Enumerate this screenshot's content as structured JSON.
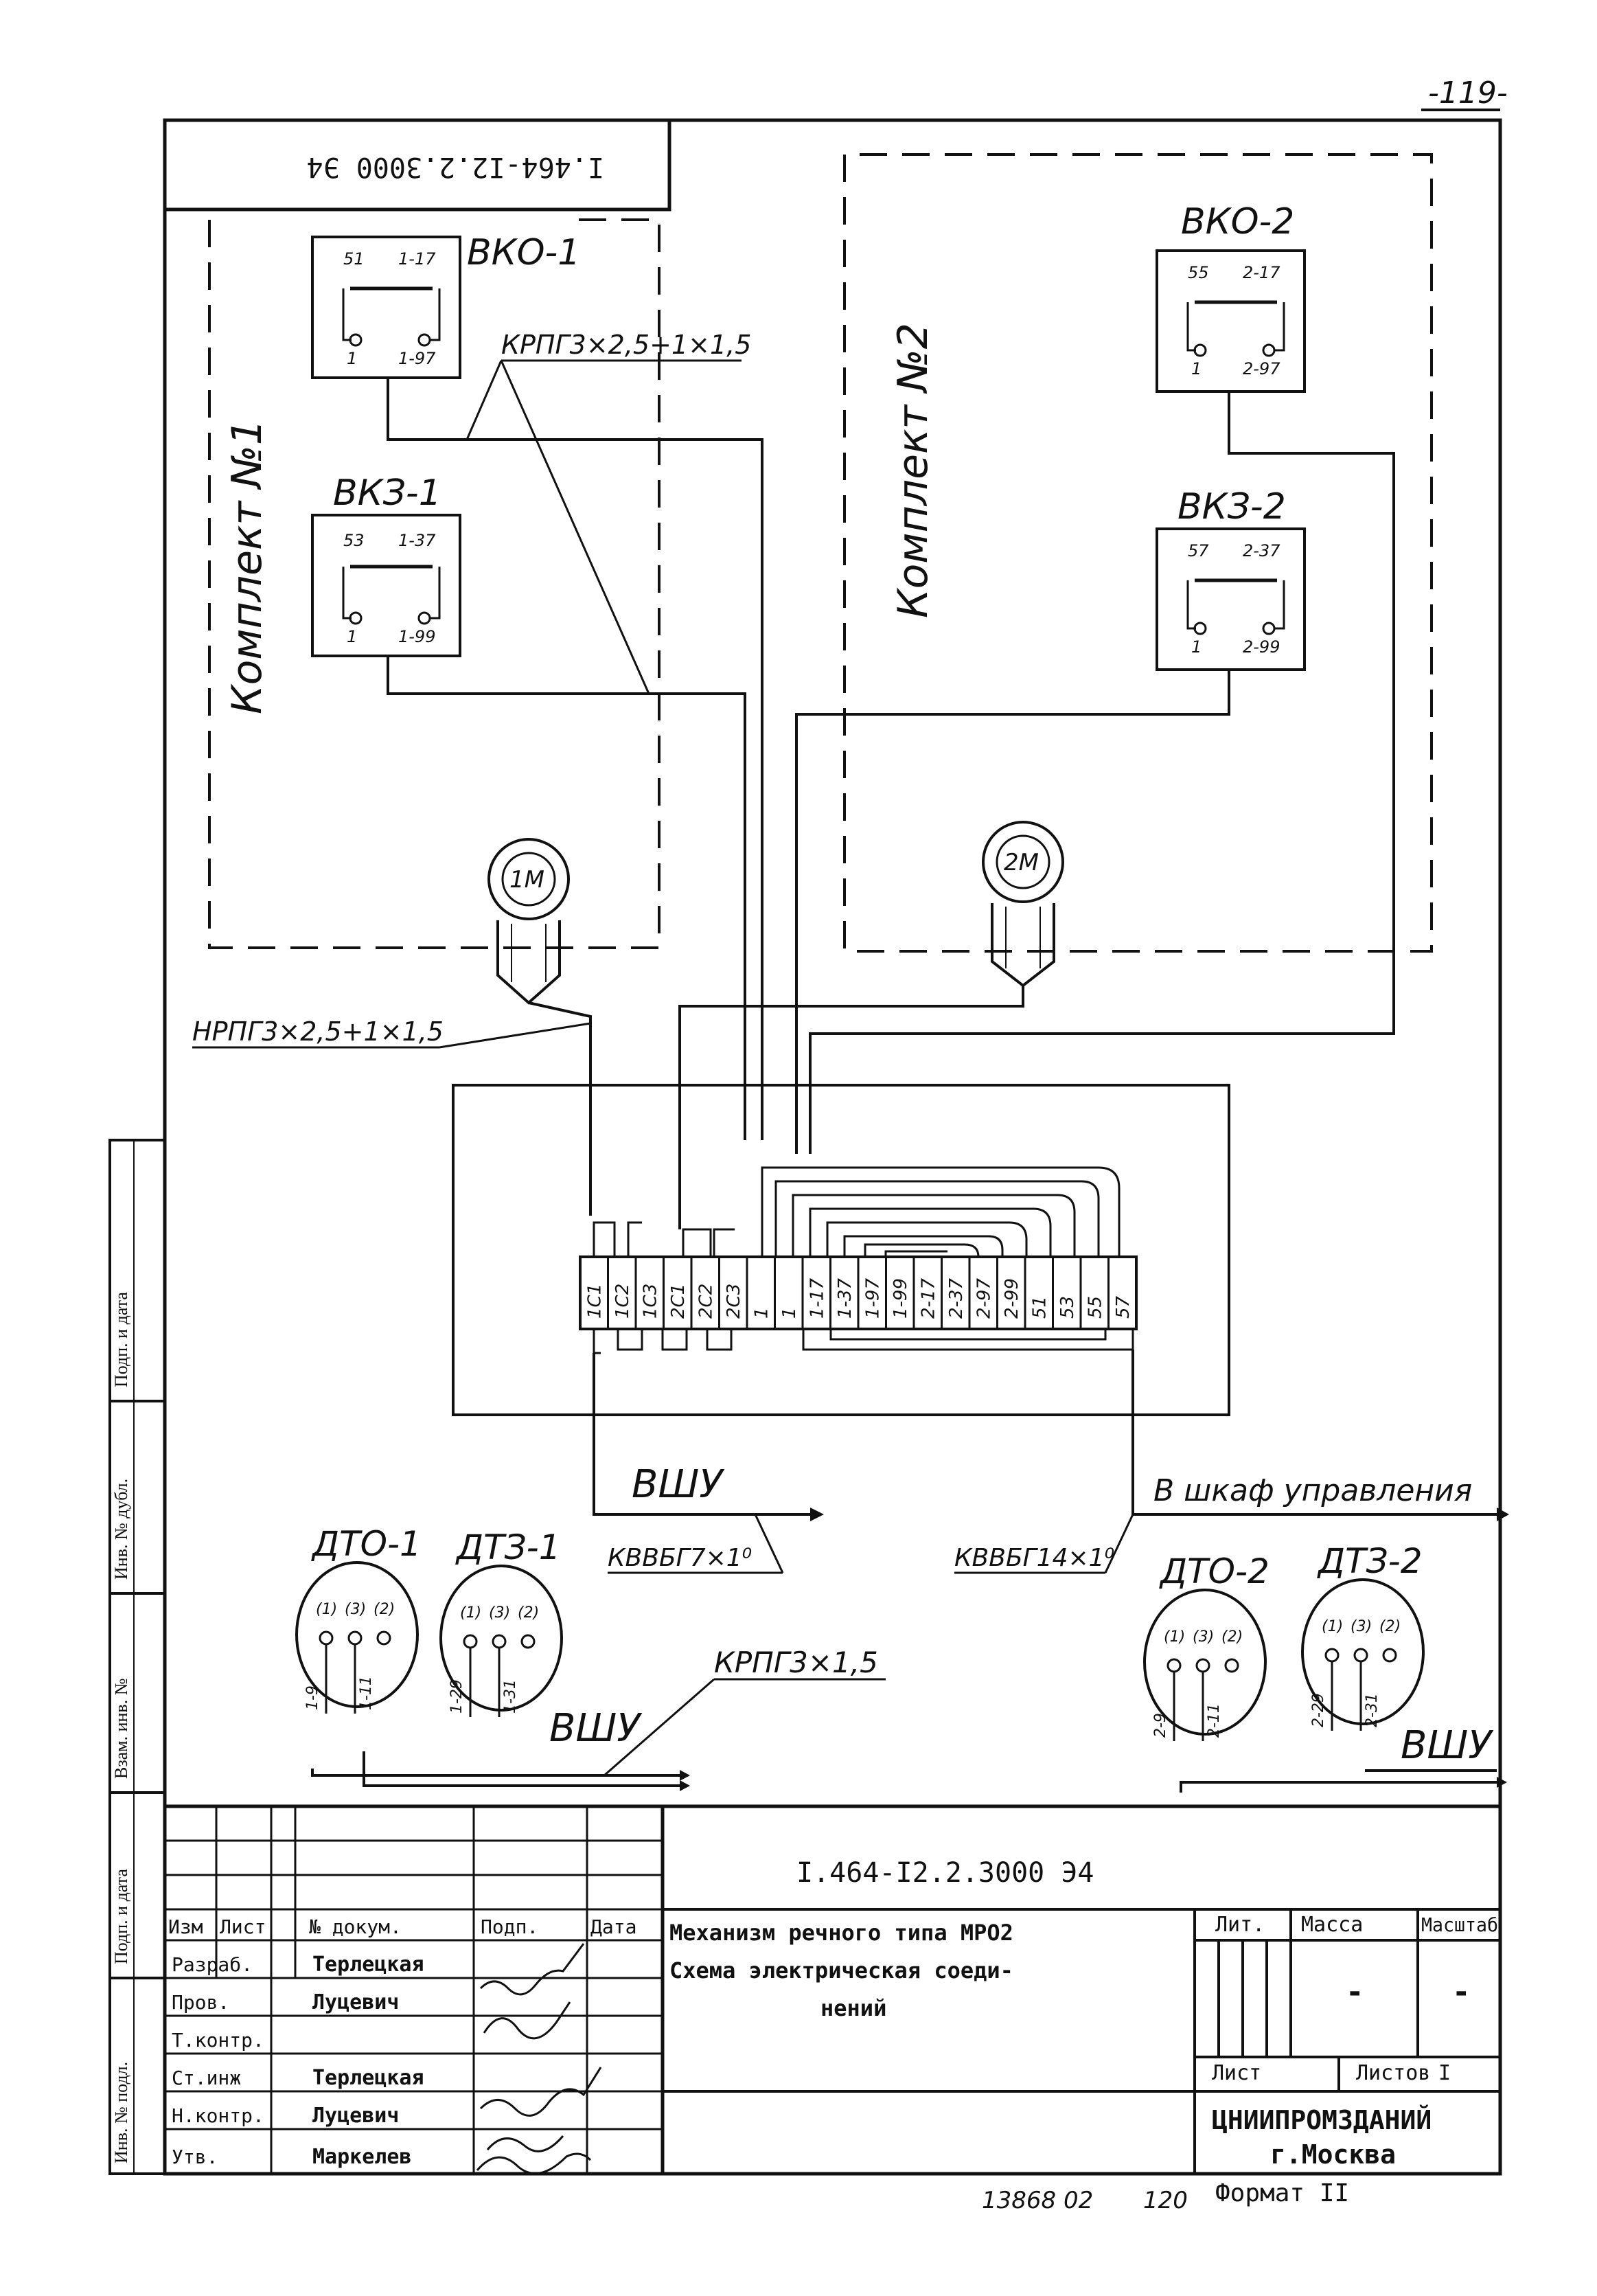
{
  "page_number": "-119-",
  "rotated_stamp": "I.464-I2.2.3000 Э4",
  "kit1": {
    "label": "Комплект №1",
    "vko": {
      "title": "ВКО-1",
      "pins": [
        "51",
        "1-17",
        "1",
        "1-97"
      ]
    },
    "vkz": {
      "title": "ВКЗ-1",
      "pins": [
        "53",
        "1-37",
        "1",
        "1-99"
      ]
    },
    "motor": "1М"
  },
  "kit2": {
    "label": "Комплект №2",
    "vko": {
      "title": "ВКО-2",
      "pins": [
        "55",
        "2-17",
        "1",
        "2-97"
      ]
    },
    "vkz": {
      "title": "ВКЗ-2",
      "pins": [
        "57",
        "2-37",
        "1",
        "2-99"
      ]
    },
    "motor": "2М"
  },
  "cables": {
    "top": "КРПГ3×2,5+1×1,5",
    "left": "НРПГ3×2,5+1×1,5",
    "vshu_cable": "КВВБГ7×1⁰",
    "control_cable": "КВВБГ14×1⁰",
    "sensor_cable": "КРПГ3×1,5"
  },
  "terminals": [
    "1C1",
    "1C2",
    "1C3",
    "2C1",
    "2C2",
    "2C3",
    "1",
    "1",
    "1-17",
    "1-37",
    "1-97",
    "1-99",
    "2-17",
    "2-37",
    "2-97",
    "2-99",
    "51",
    "53",
    "55",
    "57"
  ],
  "destinations": {
    "vshu": "ВШУ",
    "cabinet": "В шкаф управления"
  },
  "sensors": [
    {
      "title": "ДТО-1",
      "pins": [
        "(1)",
        "(3)",
        "(2)"
      ],
      "wires": [
        "1-9",
        "1-11"
      ]
    },
    {
      "title": "ДТЗ-1",
      "pins": [
        "(1)",
        "(3)",
        "(2)"
      ],
      "wires": [
        "1-29",
        "1-31"
      ]
    },
    {
      "title": "ДТО-2",
      "pins": [
        "(1)",
        "(3)",
        "(2)"
      ],
      "wires": [
        "2-9",
        "2-11"
      ]
    },
    {
      "title": "ДТЗ-2",
      "pins": [
        "(1)",
        "(3)",
        "(2)"
      ],
      "wires": [
        "2-29",
        "2-31"
      ]
    }
  ],
  "side_stamp": [
    "Подп. и дата",
    "Инв. № дубл.",
    "Взам. инв. №",
    "Подп. и дата",
    "Инв. № подл."
  ],
  "title_block": {
    "doc_code": "I.464-I2.2.3000 Э4",
    "headers": [
      "Изм",
      "Лист",
      "№ докум.",
      "Подп.",
      "Дата"
    ],
    "roles": [
      {
        "role": "Разраб.",
        "name": "Терлецкая"
      },
      {
        "role": "Пров.",
        "name": "Луцевич"
      },
      {
        "role": "Т.контр.",
        "name": ""
      },
      {
        "role": "Ст.инж",
        "name": "Терлецкая"
      },
      {
        "role": "Н.контр.",
        "name": "Луцевич"
      },
      {
        "role": "Утв.",
        "name": "Маркелев"
      }
    ],
    "title_lines": [
      "Механизм речного типа МРО2",
      "Схема электрическая соеди-",
      "нений"
    ],
    "lit_label": "Лит.",
    "mass_label": "Масса",
    "scale_label": "Масштаб",
    "mass_value": "-",
    "scale_value": "-",
    "sheet_label": "Лист",
    "sheets_label": "Листов",
    "sheets_value": "I",
    "org": "ЦНИИПРОМЗДАНИЙ",
    "city": "г.Москва"
  },
  "footer": {
    "archive": "13868 02",
    "sheet": "120",
    "format": "Формат II"
  }
}
